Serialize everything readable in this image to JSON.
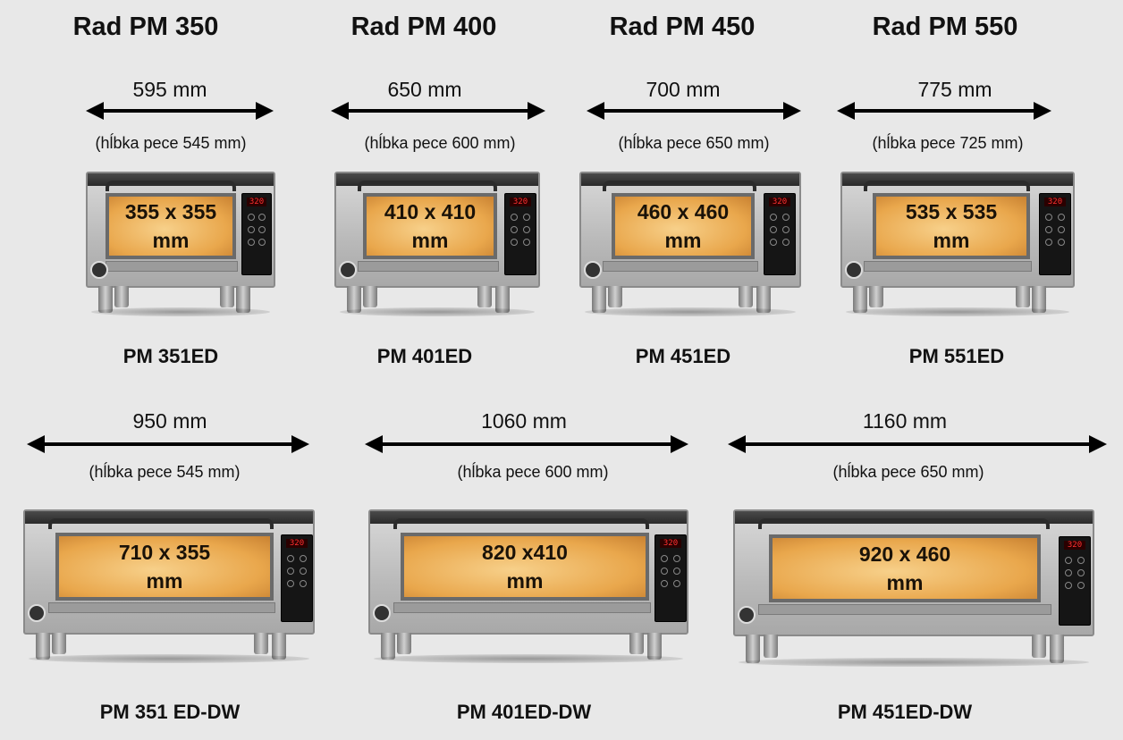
{
  "row1": [
    {
      "series": "Rad PM 350",
      "width": "595 mm",
      "depth": "(hĺbka pece 545 mm)",
      "chamber_1": "355 x 355",
      "chamber_2": "mm",
      "model": "PM 351ED",
      "display": "320"
    },
    {
      "series": "Rad PM 400",
      "width": "650 mm",
      "depth": "(hĺbka pece 600 mm)",
      "chamber_1": "410 x 410",
      "chamber_2": "mm",
      "model": "PM 401ED",
      "display": "320"
    },
    {
      "series": "Rad PM 450",
      "width": "700 mm",
      "depth": "(hĺbka pece 650 mm)",
      "chamber_1": "460 x 460",
      "chamber_2": "mm",
      "model": "PM 451ED",
      "display": "320"
    },
    {
      "series": "Rad PM 550",
      "width": "775 mm",
      "depth": "(hĺbka pece 725 mm)",
      "chamber_1": "535 x 535",
      "chamber_2": "mm",
      "model": "PM 551ED",
      "display": "320"
    }
  ],
  "row2": [
    {
      "width": "950 mm",
      "depth": "(hĺbka pece 545 mm)",
      "chamber_1": "710 x 355",
      "chamber_2": "mm",
      "model": "PM 351 ED-DW",
      "display": "320"
    },
    {
      "width": "1060 mm",
      "depth": "(hĺbka pece 600 mm)",
      "chamber_1": "820 x410",
      "chamber_2": "mm",
      "model": "PM 401ED-DW",
      "display": "320"
    },
    {
      "width": "1160 mm",
      "depth": "(hĺbka pece 650 mm)",
      "chamber_1": "920 x 460",
      "chamber_2": "mm",
      "model": "PM 451ED-DW",
      "display": "320"
    }
  ],
  "colors": {
    "background": "#e8e8e8",
    "arrow": "#000000",
    "chamber": "#e9a74c",
    "display_led": "#ff3030"
  },
  "icons": {
    "dimension_arrow": "double-headed-arrow-icon",
    "certification_badge": "badge-icon"
  }
}
